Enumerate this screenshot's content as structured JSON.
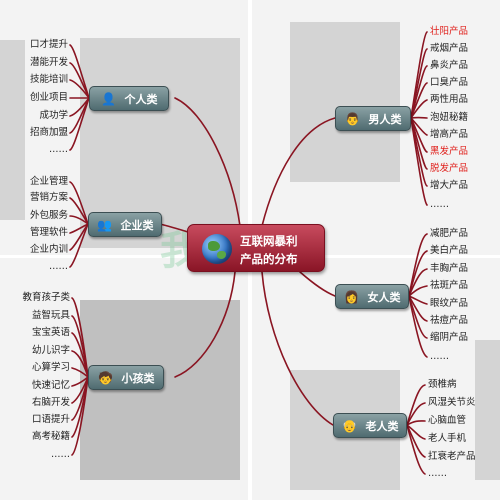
{
  "center": {
    "line1": "互联网暴利",
    "line2": "产品的分布"
  },
  "watermark": "我图网",
  "colors": {
    "branch": "#8a1522",
    "node_top": "#8aa1a4",
    "node_bottom": "#4f6b70",
    "center": "#b0283c",
    "highlight": "#e0201c"
  },
  "branches": {
    "personal": {
      "label": "个人类",
      "icon": "person-icon",
      "items": [
        "口才提升",
        "潜能开发",
        "技能培训",
        "创业项目",
        "成功学",
        "招商加盟",
        "……"
      ]
    },
    "enterprise": {
      "label": "企业类",
      "icon": "group-icon",
      "items": [
        "企业管理",
        "营销方案",
        "外包服务",
        "管理软件",
        "企业内训",
        "……"
      ]
    },
    "children": {
      "label": "小孩类",
      "icon": "child-icon",
      "items": [
        "教育孩子类",
        "益智玩具",
        "宝宝英语",
        "幼儿识字",
        "心算学习",
        "快速记忆",
        "右脑开发",
        "口语提升",
        "高考秘籍",
        "……"
      ]
    },
    "men": {
      "label": "男人类",
      "icon": "businessman-icon",
      "items": [
        "壮阳产品",
        "戒烟产品",
        "鼻炎产品",
        "口臭产品",
        "两性用品",
        "泡妞秘籍",
        "增高产品",
        "黑发产品",
        "脱发产品",
        "增大产品",
        "……"
      ],
      "highlighted": [
        "壮阳产品",
        "黑发产品",
        "脱发产品"
      ]
    },
    "women": {
      "label": "女人类",
      "icon": "woman-icon",
      "items": [
        "减肥产品",
        "美白产品",
        "丰胸产品",
        "祛斑产品",
        "眼纹产品",
        "祛痘产品",
        "缩阴产品",
        "……"
      ]
    },
    "elderly": {
      "label": "老人类",
      "icon": "elderly-couple-icon",
      "items": [
        "颈椎病",
        "风湿关节炎",
        "心脑血管",
        "老人手机",
        "扛衰老产品",
        "……"
      ]
    }
  }
}
